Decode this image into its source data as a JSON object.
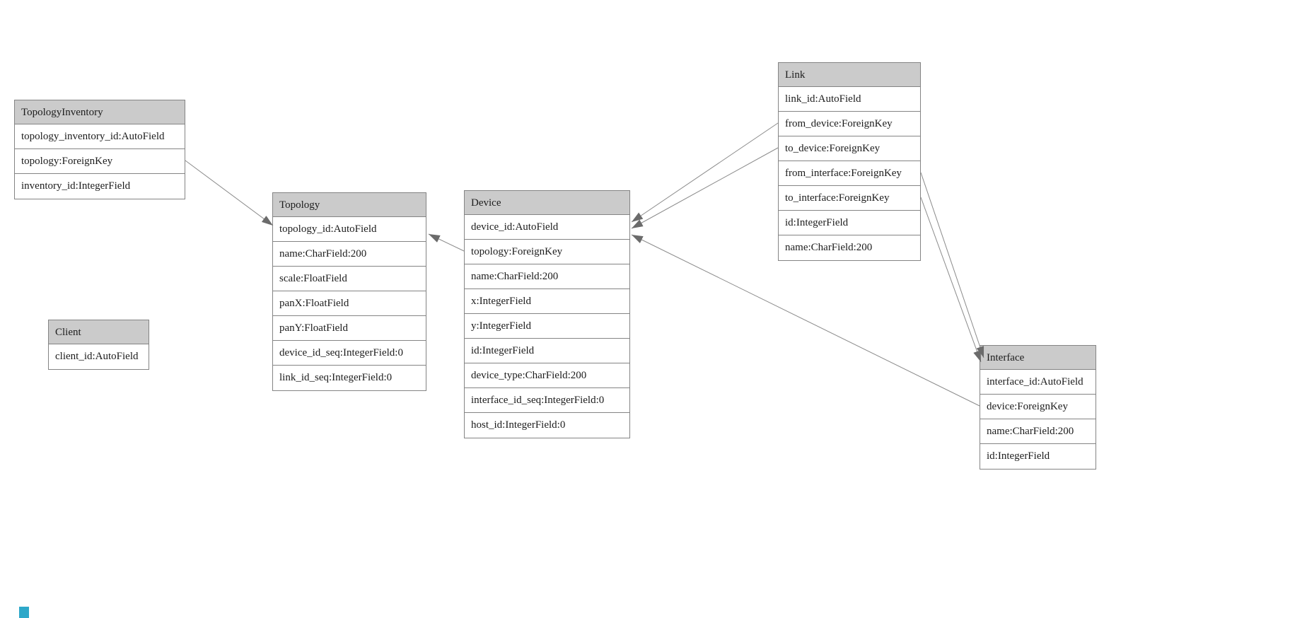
{
  "diagram": {
    "type": "entity-relationship",
    "description": "Django model graph of network topology application",
    "background_color": "#ffffff",
    "header_fill": "#cbcbcb",
    "border_color": "#848484",
    "edge_color": "#8a8a8a",
    "arrowhead_color": "#6b6b6b",
    "accent_square_color": "#2ea8c9"
  },
  "entities": {
    "topology_inventory": {
      "title": "TopologyInventory",
      "fields": [
        "topology_inventory_id:AutoField",
        "topology:ForeignKey",
        "inventory_id:IntegerField"
      ]
    },
    "topology": {
      "title": "Topology",
      "fields": [
        "topology_id:AutoField",
        "name:CharField:200",
        "scale:FloatField",
        "panX:FloatField",
        "panY:FloatField",
        "device_id_seq:IntegerField:0",
        "link_id_seq:IntegerField:0"
      ]
    },
    "client": {
      "title": "Client",
      "fields": [
        "client_id:AutoField"
      ]
    },
    "device": {
      "title": "Device",
      "fields": [
        "device_id:AutoField",
        "topology:ForeignKey",
        "name:CharField:200",
        "x:IntegerField",
        "y:IntegerField",
        "id:IntegerField",
        "device_type:CharField:200",
        "interface_id_seq:IntegerField:0",
        "host_id:IntegerField:0"
      ]
    },
    "link": {
      "title": "Link",
      "fields": [
        "link_id:AutoField",
        "from_device:ForeignKey",
        "to_device:ForeignKey",
        "from_interface:ForeignKey",
        "to_interface:ForeignKey",
        "id:IntegerField",
        "name:CharField:200"
      ]
    },
    "interface": {
      "title": "Interface",
      "fields": [
        "interface_id:AutoField",
        "device:ForeignKey",
        "name:CharField:200",
        "id:IntegerField"
      ]
    }
  },
  "edges": [
    {
      "from": "TopologyInventory.topology",
      "to": "Topology"
    },
    {
      "from": "Device.topology",
      "to": "Topology"
    },
    {
      "from": "Link.from_device",
      "to": "Device"
    },
    {
      "from": "Link.to_device",
      "to": "Device"
    },
    {
      "from": "Link.from_interface",
      "to": "Interface"
    },
    {
      "from": "Link.to_interface",
      "to": "Interface"
    },
    {
      "from": "Interface.device",
      "to": "Device"
    }
  ]
}
